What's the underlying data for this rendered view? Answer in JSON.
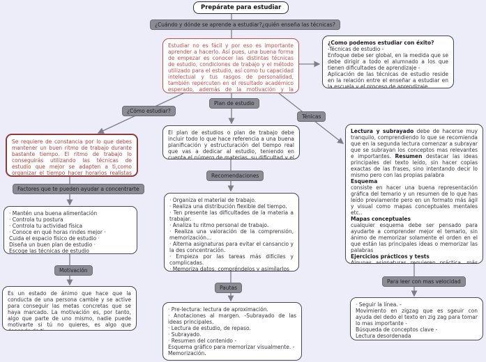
{
  "colors": {
    "background": "#ecedf9",
    "node_border": "#47474f",
    "red_accent": "#bf4f4b",
    "dark_red_accent": "#8e3a37",
    "pill_background": "#8b8b93",
    "connector": "#7d7d85"
  },
  "root": {
    "title": "Prepárate para estudiar"
  },
  "pills": {
    "cuando_donde": "¿Cuándo y dónde se aprende a estudiar?¿quién enseña las técnicas?",
    "como_estudiar": "¿Cómo estudiar?",
    "plan_estudio": "Plan de estudio",
    "tecnicas": "Ténicas",
    "factores": "Factores que te pueden ayudar a concentrarte",
    "recomendaciones": "Recomendaciones",
    "motivacion": "Motivación",
    "pautas": "Pautas",
    "para_leer": "Para leer con mas velocidad"
  },
  "boxes": {
    "intro": {
      "lines": [
        [
          {
            "t": "Estudiar no es fácil y por eso es importante aprender a hacerlo. Así pues, una buena forma de empezar es conocer las distintas técnicas de estudio, condiciones de trabajo y el método utilizado para el estudio, así como tu capacidad intelectual y tus rasgos de personalidad, también repercuten en el resultado académico esperado, además de la motivación y la predisposición para estudia"
          }
        ]
      ]
    },
    "exito": {
      "lines": [
        [
          {
            "t": "¿Como podemos estudiar con éxito?",
            "b": true
          }
        ],
        [
          {
            "t": "-Técnicas de estudio -"
          }
        ],
        [
          {
            "t": "Enfoque debe ser global, en la medida que se debe dirigir a todo el alumnado a los que tienen dificultades de aprendizaje -"
          }
        ],
        [
          {
            "t": "Aplicación de las técnicas de estudio reside en la relación entre el enseñar a estudiar en la escuela y el proceso de aprendizaje"
          }
        ]
      ]
    },
    "ritmo": {
      "lines": [
        [
          {
            "t": "Se requiere de constancia por lo que debes mantener un buen ritmo de trabajo durante bastante tiempo. El ritmo de trabajo lo conseguirás utilizando las técnicas de estudio que mejor se adapten a ti,como organizar el tiempo hacer horarios realistas adaptables."
          }
        ]
      ]
    },
    "plan": {
      "lines": [
        [
          {
            "t": "El plan de estudios o plan de trabajo debe incluir todo lo que hace referencia a una buena planificación y estructuración del tiempo real que vas a dedicar al estudio, teniendo en cuenta el número de materias, su dificultad y el tiempo del que dispones."
          }
        ]
      ]
    },
    "lectura": {
      "lines": [
        [
          {
            "t": "Lectura y subrayado",
            "b": true
          },
          {
            "t": " debe de hacerse muy tranquilo, comprendiendo lo que se recomienda que en la segunda lectura comenzar a subrayar que se subrayan los conceptos mas relevantes e importantes. "
          },
          {
            "t": "Resumen",
            "b": true
          },
          {
            "t": " destacar las ideas principales del texto leído, sin hacer copias exactas de las frases, sino intentando decir lo mismo pero con las propias palabra"
          }
        ],
        [
          {
            "t": "Esquema",
            "b": true
          }
        ],
        [
          {
            "t": "consiste en hacer una buena representación gráfica del temario y un resumen de lo que has leído previamente pero en un formato más ágil y visual como mapas conceptuales mentales etc.."
          }
        ],
        [
          {
            "t": "Mapas conceptuales",
            "b": true
          }
        ],
        [
          {
            "t": "cualquier esquema debe ser pensado para ayudarte a comprender mejor el temario, sin ánimo de memorizar solamente el orden en el que están las principales ideas o memorizar las palabras"
          }
        ],
        [
          {
            "t": "Ejercicios prácticos y tests",
            "b": true
          }
        ],
        [
          {
            "t": "Algunas asignaturas requieren práctica, más que memorizar. Puedes realizar diferentes ejercicios prácticos o tests que te ayuden a evaluar tus conocimiento"
          }
        ]
      ]
    },
    "factores_lista": {
      "lines": [
        [
          {
            "t": "· Mantén una buena alimentación"
          }
        ],
        [
          {
            "t": "· Controla tu postura"
          }
        ],
        [
          {
            "t": "· Controla tu actividad física"
          }
        ],
        [
          {
            "t": "· Conoce en qué horas rindes mejor ·"
          }
        ],
        [
          {
            "t": "Cuida el espacio físico de estudio ·"
          }
        ],
        [
          {
            "t": "Diseña un buen plan de estudio ·"
          }
        ],
        [
          {
            "t": "Escoge las técnicas de estudio"
          }
        ]
      ]
    },
    "recomendaciones_lista": {
      "lines": [
        [
          {
            "t": "· Organiza el material de trabajo."
          }
        ],
        [
          {
            "t": "· Realiza una distribución flexible del tiempo."
          }
        ],
        [
          {
            "t": "· Ten presente las dificultades de la materia a trabajar."
          }
        ],
        [
          {
            "t": "· Analiza tu ritmo personal de trabajo."
          }
        ],
        [
          {
            "t": "· Realiza una valoración de la comprensión, memorización..."
          }
        ],
        [
          {
            "t": "· Alterna asignaturas para evitar el cansancio y la des concentración."
          }
        ],
        [
          {
            "t": "· Empieza por las tareas más difíciles y complicadas."
          }
        ],
        [
          {
            "t": "· Memoriza datos, compréndelos y asimílarlos"
          }
        ]
      ]
    },
    "motivacion_def": {
      "lines": [
        [
          {
            "t": "Es un estado de ánimo que hace que la conducta de una persona cambie y se active para conseguir las metas concretas que se haya marcado. La motivación es, por tanto, algo que parte de uno mismo, nadie puede motivarte si tú no quieres, es algo que depende de ti."
          }
        ]
      ]
    },
    "pautas_lista": {
      "lines": [
        [
          {
            "t": "· Pre-lectura: lectura de aproximación."
          }
        ],
        [
          {
            "t": "· Anotaciones al margen. -Subrayado de las ideas principales."
          }
        ],
        [
          {
            "t": "· Lectura de estudio, de repaso."
          }
        ],
        [
          {
            "t": "· Subrayado."
          }
        ],
        [
          {
            "t": "· Resumen del contenido -"
          }
        ],
        [
          {
            "t": "Esquema gráfico para memorizar visualmente. -"
          }
        ],
        [
          {
            "t": "Memorización."
          }
        ]
      ]
    },
    "velocidad_lista": {
      "lines": [
        [
          {
            "t": "· Seguir la línea. -"
          }
        ],
        [
          {
            "t": "Movimiento en zigzag que es sgeuir con ayuda del dedo el texto en zig zag para tomar lo mas importante -"
          }
        ],
        [
          {
            "t": "Búsqueda de conceptos clave -"
          }
        ],
        [
          {
            "t": "Lectura desordenada"
          }
        ]
      ]
    }
  }
}
